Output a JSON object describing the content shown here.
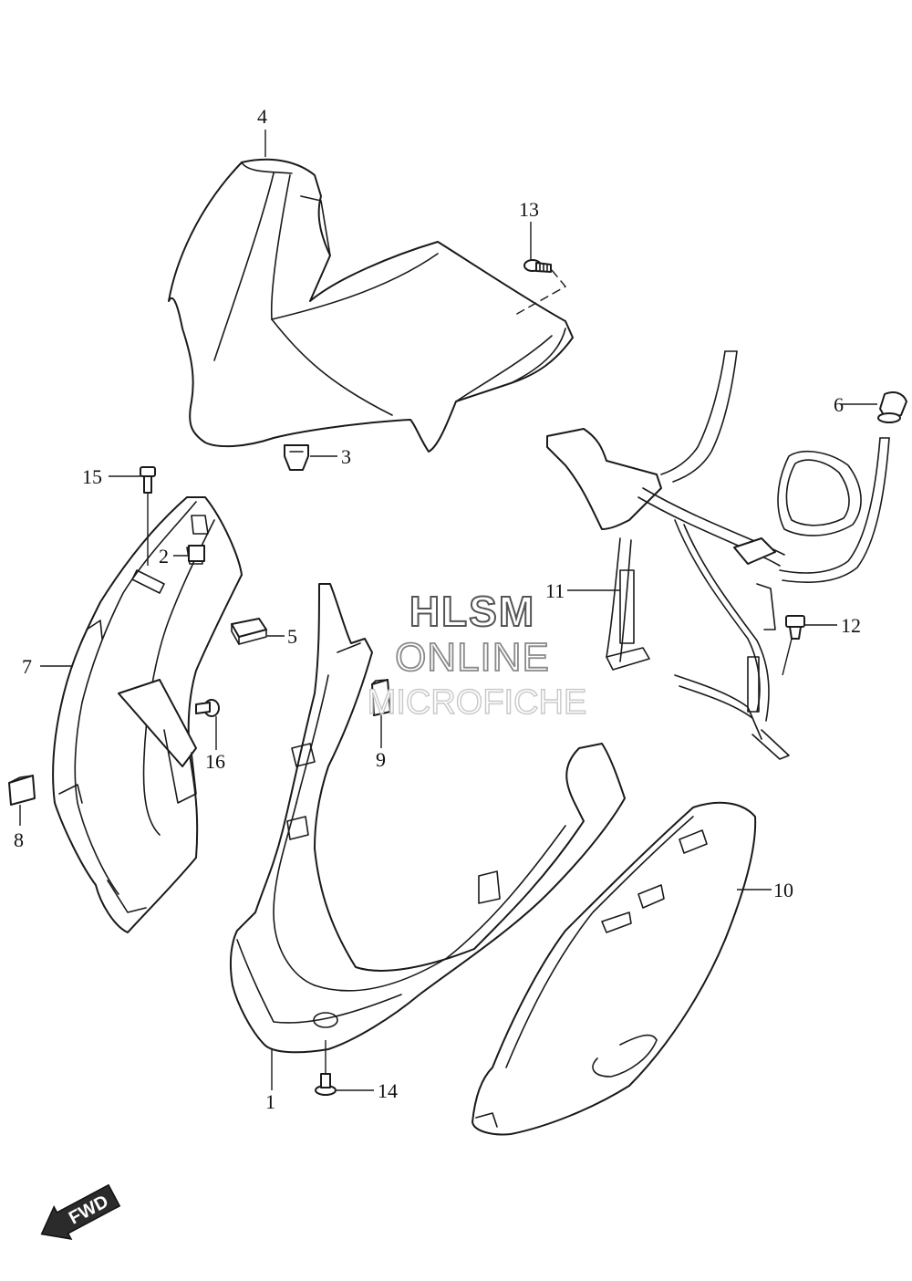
{
  "watermark": {
    "line1": "HLSM",
    "line2": "ONLINE",
    "line3": "MICROFICHE"
  },
  "direction_indicator": {
    "label": "FWD"
  },
  "callouts": [
    {
      "id": "callout-1",
      "label": "1"
    },
    {
      "id": "callout-2",
      "label": "2"
    },
    {
      "id": "callout-3",
      "label": "3"
    },
    {
      "id": "callout-4",
      "label": "4"
    },
    {
      "id": "callout-5",
      "label": "5"
    },
    {
      "id": "callout-6",
      "label": "6"
    },
    {
      "id": "callout-7",
      "label": "7"
    },
    {
      "id": "callout-8",
      "label": "8"
    },
    {
      "id": "callout-9",
      "label": "9"
    },
    {
      "id": "callout-10",
      "label": "10"
    },
    {
      "id": "callout-11",
      "label": "11"
    },
    {
      "id": "callout-12",
      "label": "12"
    },
    {
      "id": "callout-13",
      "label": "13"
    },
    {
      "id": "callout-14",
      "label": "14"
    },
    {
      "id": "callout-15",
      "label": "15"
    },
    {
      "id": "callout-16",
      "label": "16"
    }
  ]
}
